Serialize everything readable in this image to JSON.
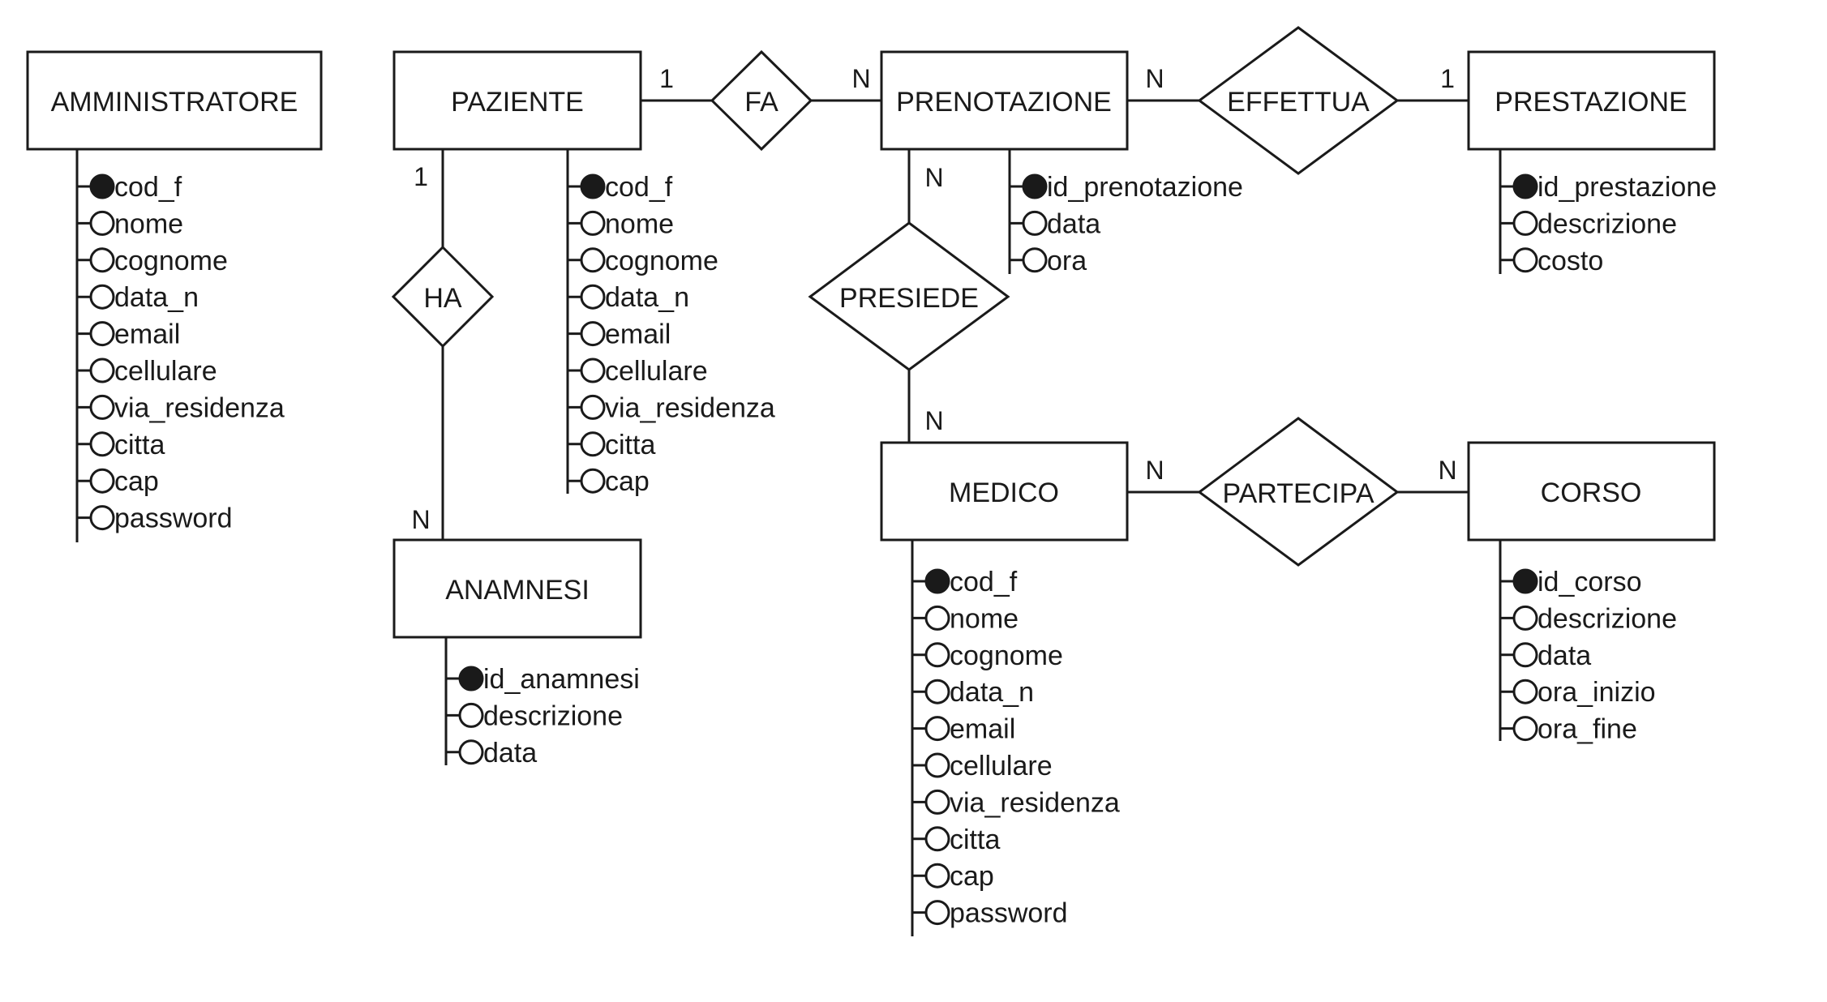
{
  "diagram": {
    "entities": [
      {
        "id": "amministratore",
        "label": "AMMINISTRATORE"
      },
      {
        "id": "paziente",
        "label": "PAZIENTE"
      },
      {
        "id": "prenotazione",
        "label": "PRENOTAZIONE"
      },
      {
        "id": "prestazione",
        "label": "PRESTAZIONE"
      },
      {
        "id": "anamnesi",
        "label": "ANAMNESI"
      },
      {
        "id": "medico",
        "label": "MEDICO"
      },
      {
        "id": "corso",
        "label": "CORSO"
      }
    ],
    "relationships": [
      {
        "id": "fa",
        "label": "FA"
      },
      {
        "id": "effettua",
        "label": "EFFETTUA"
      },
      {
        "id": "ha",
        "label": "HA"
      },
      {
        "id": "presiede",
        "label": "PRESIEDE"
      },
      {
        "id": "partecipa",
        "label": "PARTECIPA"
      }
    ],
    "attributes": {
      "amministratore": [
        {
          "name": "cod_f",
          "key": true
        },
        {
          "name": "nome",
          "key": false
        },
        {
          "name": "cognome",
          "key": false
        },
        {
          "name": "data_n",
          "key": false
        },
        {
          "name": "email",
          "key": false
        },
        {
          "name": "cellulare",
          "key": false
        },
        {
          "name": "via_residenza",
          "key": false
        },
        {
          "name": "citta",
          "key": false
        },
        {
          "name": "cap",
          "key": false
        },
        {
          "name": "password",
          "key": false
        }
      ],
      "paziente": [
        {
          "name": "cod_f",
          "key": true
        },
        {
          "name": "nome",
          "key": false
        },
        {
          "name": "cognome",
          "key": false
        },
        {
          "name": "data_n",
          "key": false
        },
        {
          "name": "email",
          "key": false
        },
        {
          "name": "cellulare",
          "key": false
        },
        {
          "name": "via_residenza",
          "key": false
        },
        {
          "name": "citta",
          "key": false
        },
        {
          "name": "cap",
          "key": false
        }
      ],
      "prenotazione": [
        {
          "name": "id_prenotazione",
          "key": true
        },
        {
          "name": "data",
          "key": false
        },
        {
          "name": "ora",
          "key": false
        }
      ],
      "prestazione": [
        {
          "name": "id_prestazione",
          "key": true
        },
        {
          "name": "descrizione",
          "key": false
        },
        {
          "name": "costo",
          "key": false
        }
      ],
      "anamnesi": [
        {
          "name": "id_anamnesi",
          "key": true
        },
        {
          "name": "descrizione",
          "key": false
        },
        {
          "name": "data",
          "key": false
        }
      ],
      "medico": [
        {
          "name": "cod_f",
          "key": true
        },
        {
          "name": "nome",
          "key": false
        },
        {
          "name": "cognome",
          "key": false
        },
        {
          "name": "data_n",
          "key": false
        },
        {
          "name": "email",
          "key": false
        },
        {
          "name": "cellulare",
          "key": false
        },
        {
          "name": "via_residenza",
          "key": false
        },
        {
          "name": "citta",
          "key": false
        },
        {
          "name": "cap",
          "key": false
        },
        {
          "name": "password",
          "key": false
        }
      ],
      "corso": [
        {
          "name": "id_corso",
          "key": true
        },
        {
          "name": "descrizione",
          "key": false
        },
        {
          "name": "data",
          "key": false
        },
        {
          "name": "ora_inizio",
          "key": false
        },
        {
          "name": "ora_fine",
          "key": false
        }
      ]
    },
    "cardinalities": {
      "paziente_fa": "1",
      "fa_prenotazione": "N",
      "prenotazione_effettua": "N",
      "effettua_prestazione": "1",
      "paziente_ha": "1",
      "ha_anamnesi": "N",
      "prenotazione_presiede": "N",
      "presiede_medico": "N",
      "medico_partecipa": "N",
      "partecipa_corso": "N"
    }
  }
}
